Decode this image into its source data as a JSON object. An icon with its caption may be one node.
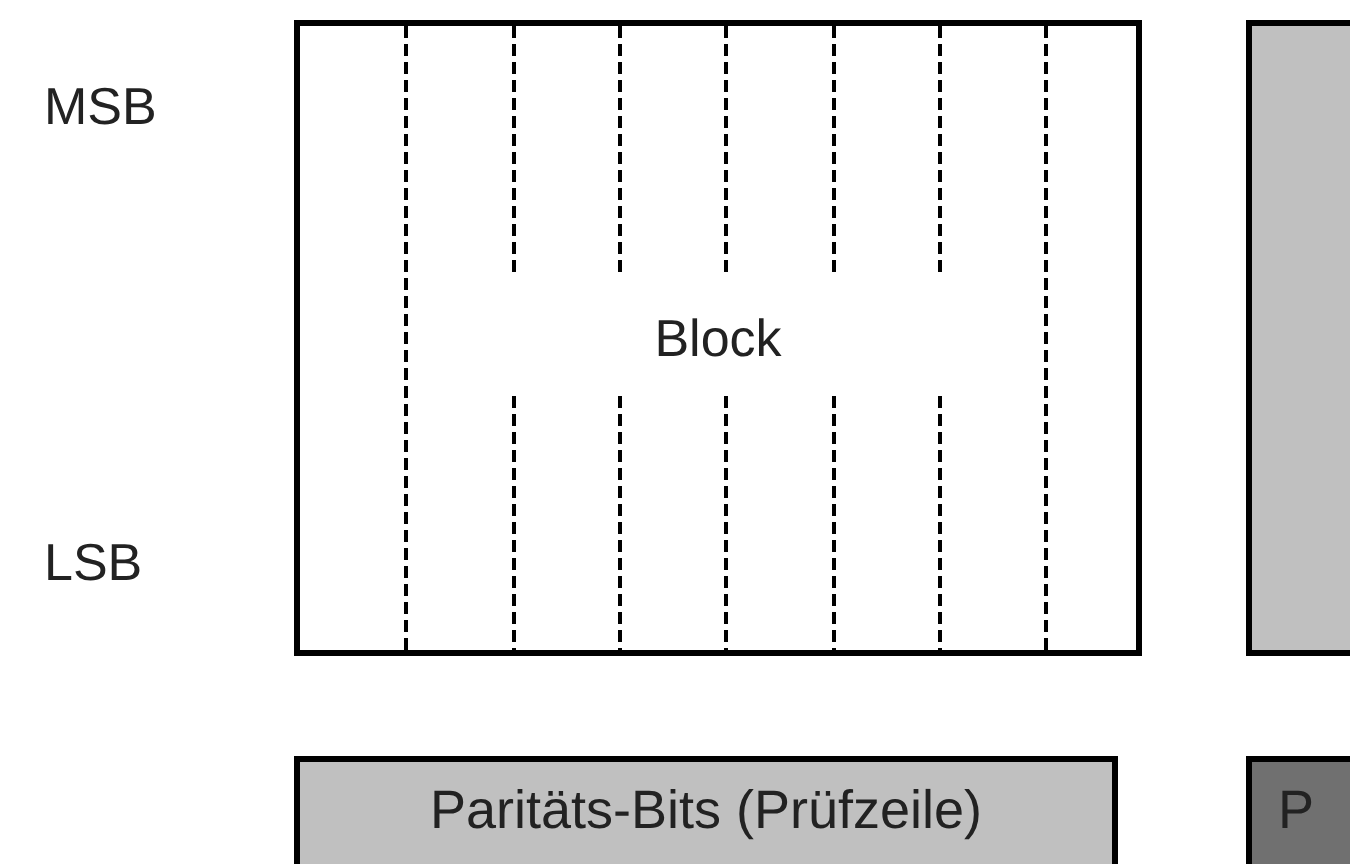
{
  "diagram": {
    "nodes": [
      {
        "text": [
          "Block"
        ]
      },
      {
        "text": [],
        "shape": "box"
      },
      {
        "text": [
          "Paritäts-Bits (Prüfzeile)"
        ]
      },
      {
        "text": [
          "P"
        ]
      }
    ],
    "labels": [
      "MSB",
      "LSB"
    ]
  }
}
